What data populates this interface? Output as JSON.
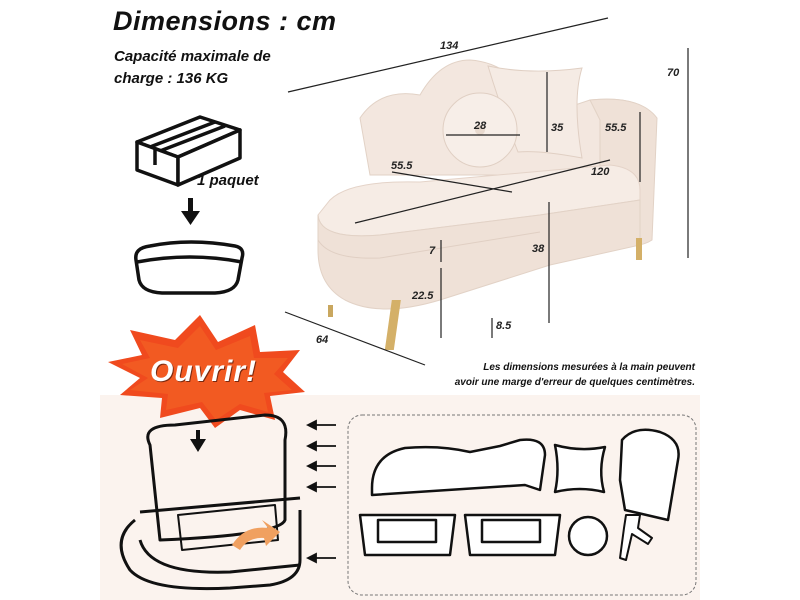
{
  "header": {
    "title": "Dimensions : cm",
    "max_load_line1": "Capacité maximale de",
    "max_load_line2": "charge : 136 KG"
  },
  "package": {
    "label": "1 paquet"
  },
  "dimensions": {
    "total_length": "134",
    "height_total": "70",
    "pillow_width": "28",
    "pillow_height": "35",
    "armrest_height": "55.5",
    "seat_depth": "55.5",
    "seat_length": "120",
    "cushion_thickness": "7",
    "seat_height": "38",
    "base_height": "22.5",
    "leg_height": "8.5",
    "depth": "64"
  },
  "open_badge": {
    "label": "Ouvrir!",
    "color": "#f04a1e"
  },
  "note": {
    "line1": "Les dimensions mesurées à la main peuvent",
    "line2": "avoir une marge d'erreur de quelques centimètres."
  },
  "colors": {
    "sofa": "#f3e7df",
    "sofa_shadow": "#e4d3c8",
    "legs": "#d4b068",
    "panel": "#fbf3ee"
  }
}
